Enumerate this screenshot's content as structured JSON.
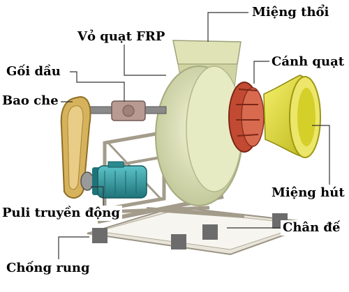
{
  "labels": {
    "outlet": "Miệng thổi",
    "housing": "Vỏ quạt FRP",
    "bearing": "Gối dầu",
    "impeller": "Cánh quạt",
    "cover": "Bao che",
    "inlet": "Miệng hút",
    "pulley": "Puli truyền động",
    "base": "Chân đế",
    "damper": "Chống rung"
  },
  "colors": {
    "housing": "#dfe3b6",
    "impeller": "#c24a32",
    "inlet": "#e0dc2c",
    "motor": "#2f9aa0",
    "belt_guard": "#d7b25c",
    "frame": "#cfc8b8"
  }
}
